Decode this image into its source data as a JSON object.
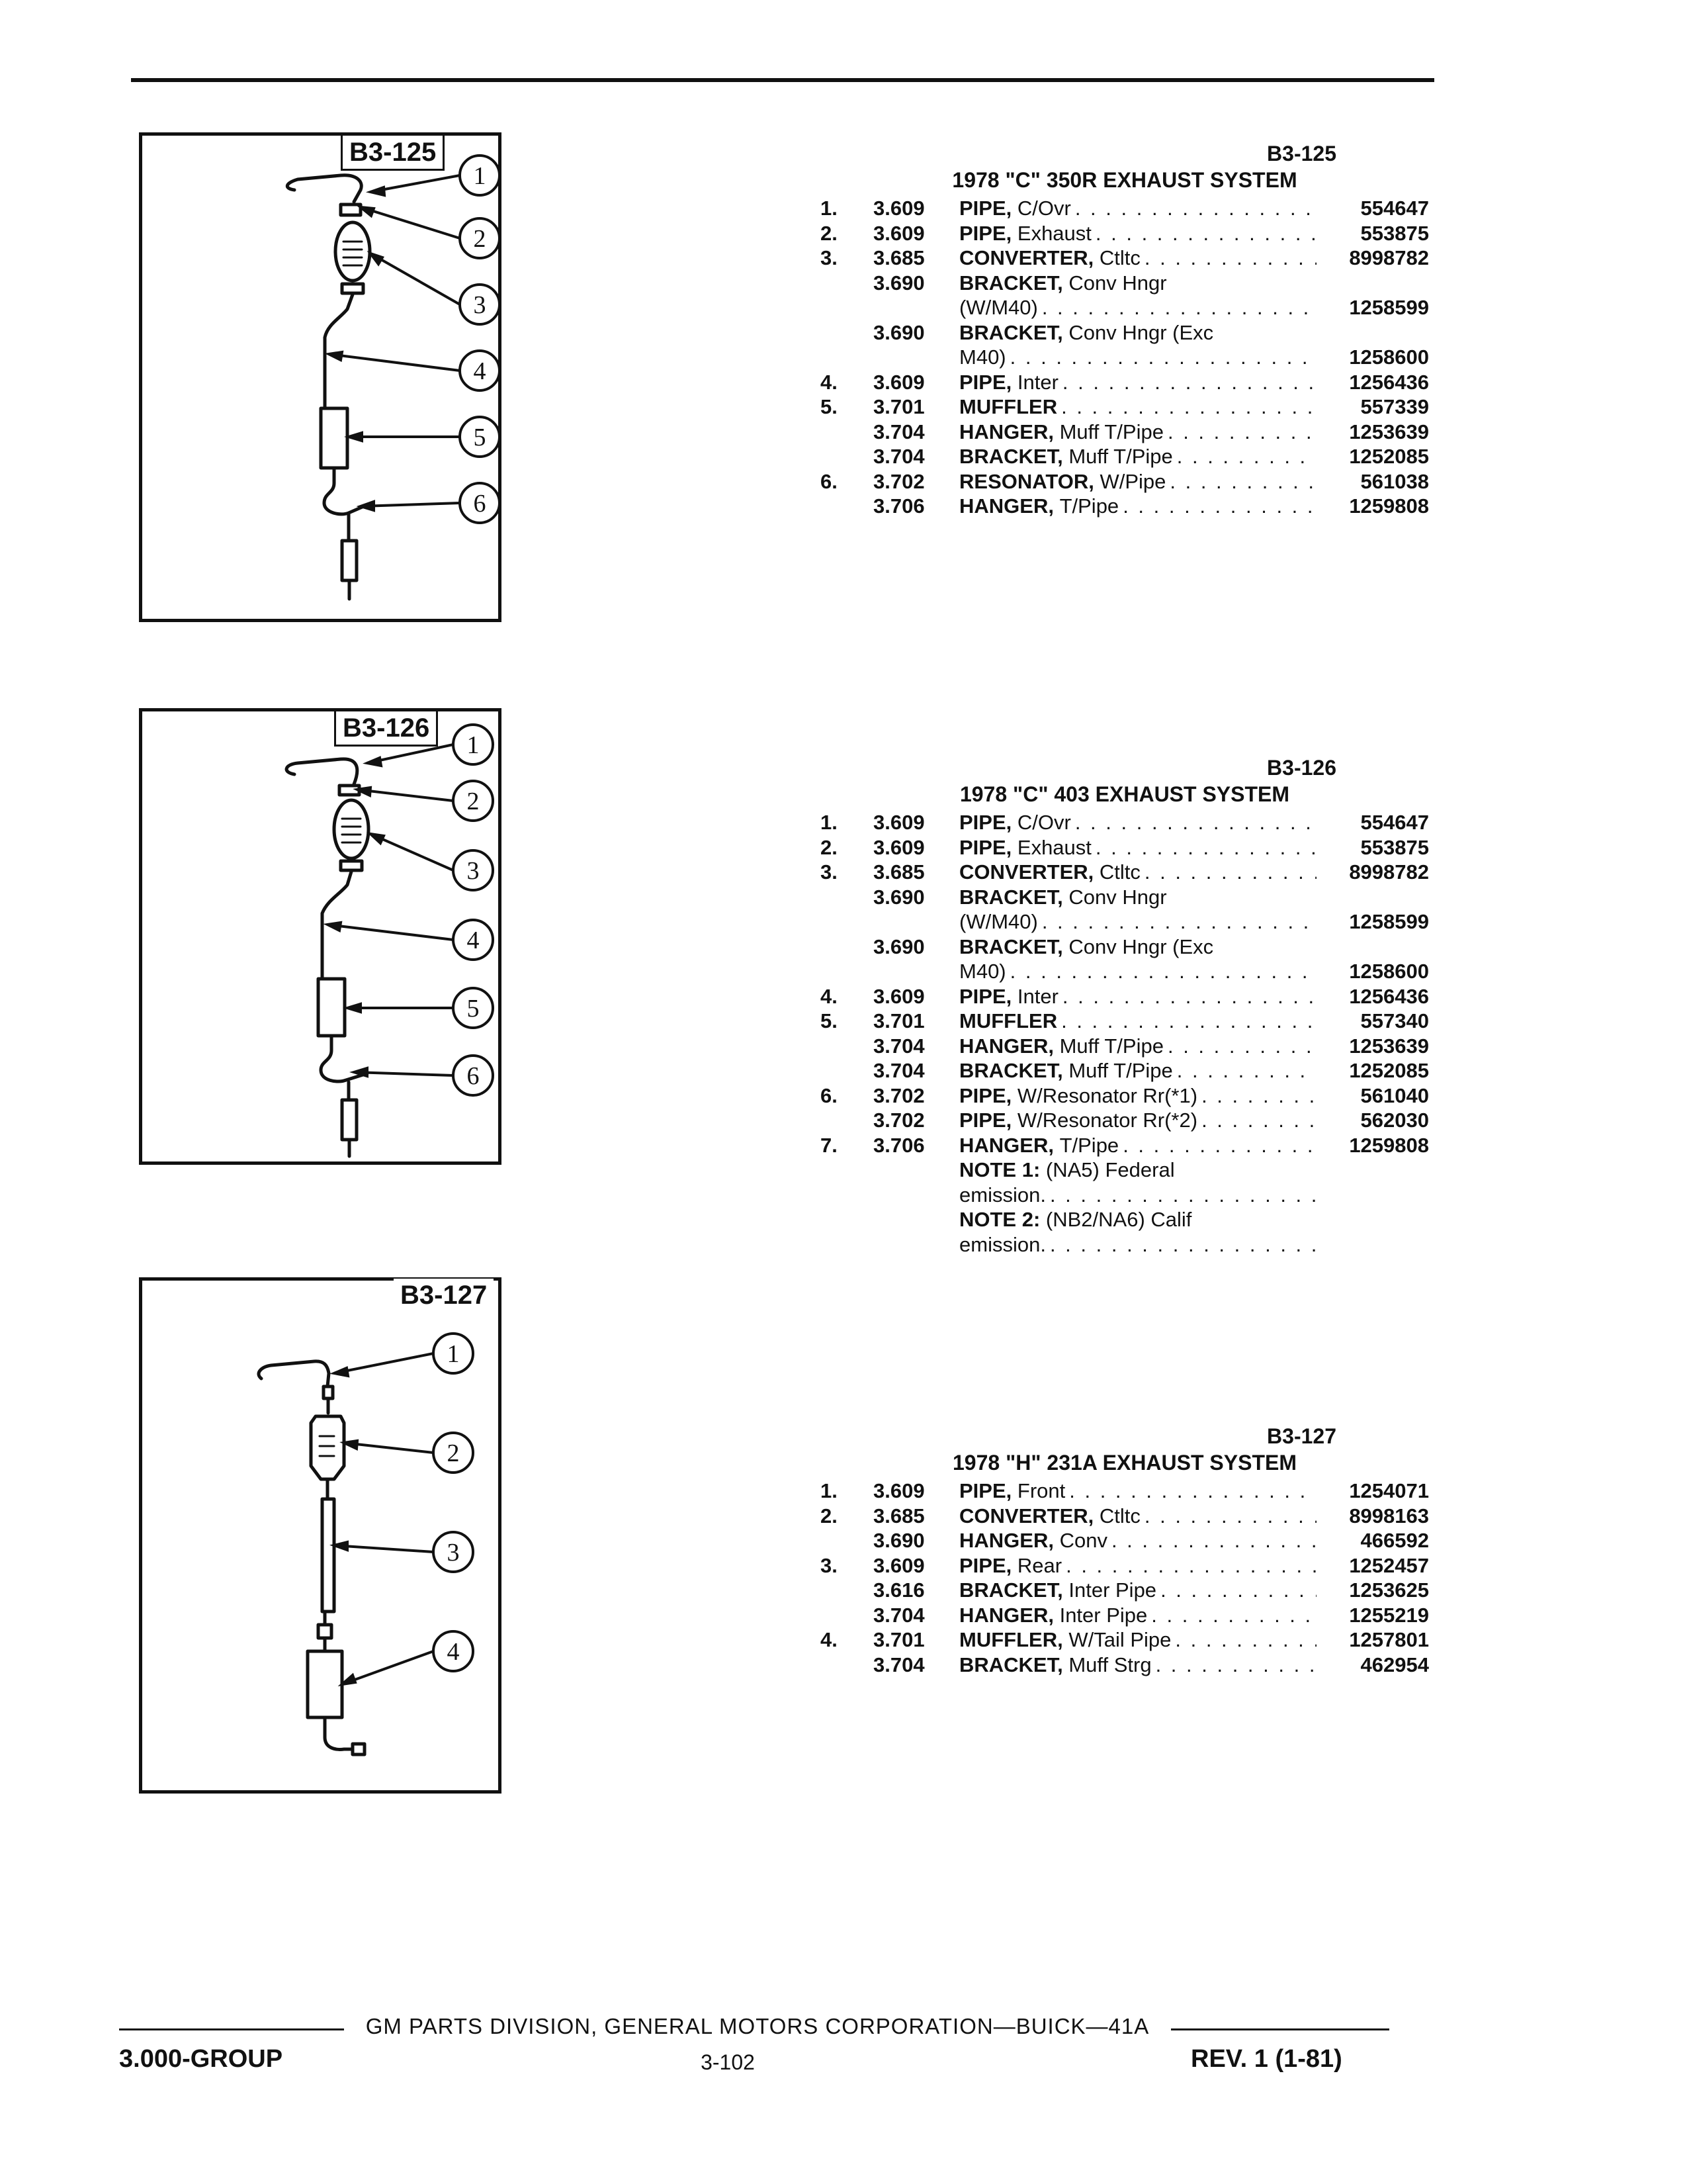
{
  "sections": [
    {
      "code": "B3-125",
      "title": "1978 \"C\" 350R EXHAUST SYSTEM",
      "callouts": [
        "1",
        "2",
        "3",
        "4",
        "5",
        "6"
      ],
      "rows": [
        {
          "num": "1.",
          "group": "3.609",
          "name": "PIPE,",
          "qual": "C/Ovr",
          "part": "554647"
        },
        {
          "num": "2.",
          "group": "3.609",
          "name": "PIPE,",
          "qual": "Exhaust",
          "part": "553875"
        },
        {
          "num": "3.",
          "group": "3.685",
          "name": "CONVERTER,",
          "qual": "Ctltc",
          "part": "8998782"
        },
        {
          "num": "",
          "group": "3.690",
          "name": "BRACKET,",
          "qual": "Conv Hngr",
          "part": ""
        },
        {
          "num": "",
          "group": "",
          "name": "",
          "qual": "(W/M40)",
          "part": "1258599"
        },
        {
          "num": "",
          "group": "3.690",
          "name": "BRACKET,",
          "qual": "Conv Hngr (Exc",
          "part": ""
        },
        {
          "num": "",
          "group": "",
          "name": "",
          "qual": "M40)",
          "part": "1258600"
        },
        {
          "num": "4.",
          "group": "3.609",
          "name": "PIPE,",
          "qual": "Inter",
          "part": "1256436"
        },
        {
          "num": "5.",
          "group": "3.701",
          "name": "MUFFLER",
          "qual": "",
          "part": "557339"
        },
        {
          "num": "",
          "group": "3.704",
          "name": "HANGER,",
          "qual": "Muff T/Pipe",
          "part": "1253639"
        },
        {
          "num": "",
          "group": "3.704",
          "name": "BRACKET,",
          "qual": "Muff T/Pipe",
          "part": "1252085"
        },
        {
          "num": "6.",
          "group": "3.702",
          "name": "RESONATOR,",
          "qual": "W/Pipe",
          "part": "561038"
        },
        {
          "num": "",
          "group": "3.706",
          "name": "HANGER,",
          "qual": "T/Pipe",
          "part": "1259808"
        }
      ]
    },
    {
      "code": "B3-126",
      "title": "1978 \"C\" 403 EXHAUST SYSTEM",
      "callouts": [
        "1",
        "2",
        "3",
        "4",
        "5",
        "6"
      ],
      "rows": [
        {
          "num": "1.",
          "group": "3.609",
          "name": "PIPE,",
          "qual": "C/Ovr",
          "part": "554647"
        },
        {
          "num": "2.",
          "group": "3.609",
          "name": "PIPE,",
          "qual": "Exhaust",
          "part": "553875"
        },
        {
          "num": "3.",
          "group": "3.685",
          "name": "CONVERTER,",
          "qual": "Ctltc",
          "part": "8998782"
        },
        {
          "num": "",
          "group": "3.690",
          "name": "BRACKET,",
          "qual": "Conv Hngr",
          "part": ""
        },
        {
          "num": "",
          "group": "",
          "name": "",
          "qual": "(W/M40)",
          "part": "1258599"
        },
        {
          "num": "",
          "group": "3.690",
          "name": "BRACKET,",
          "qual": "Conv Hngr (Exc",
          "part": ""
        },
        {
          "num": "",
          "group": "",
          "name": "",
          "qual": "M40)",
          "part": "1258600"
        },
        {
          "num": "4.",
          "group": "3.609",
          "name": "PIPE,",
          "qual": "Inter",
          "part": "1256436"
        },
        {
          "num": "5.",
          "group": "3.701",
          "name": "MUFFLER",
          "qual": "",
          "part": "557340"
        },
        {
          "num": "",
          "group": "3.704",
          "name": "HANGER,",
          "qual": "Muff T/Pipe",
          "part": "1253639"
        },
        {
          "num": "",
          "group": "3.704",
          "name": "BRACKET,",
          "qual": "Muff T/Pipe",
          "part": "1252085"
        },
        {
          "num": "6.",
          "group": "3.702",
          "name": "PIPE,",
          "qual": "W/Resonator Rr(*1)",
          "part": "561040"
        },
        {
          "num": "",
          "group": "3.702",
          "name": "PIPE,",
          "qual": "W/Resonator Rr(*2)",
          "part": "562030"
        },
        {
          "num": "7.",
          "group": "3.706",
          "name": "HANGER,",
          "qual": "T/Pipe",
          "part": "1259808"
        },
        {
          "num": "",
          "group": "",
          "name": "NOTE 1:",
          "qual": "(NA5) Federal",
          "part": "",
          "nodots": true
        },
        {
          "num": "",
          "group": "",
          "name": "",
          "qual": "emission.",
          "part": ""
        },
        {
          "num": "",
          "group": "",
          "name": "NOTE 2:",
          "qual": "(NB2/NA6) Calif",
          "part": "",
          "nodots": true
        },
        {
          "num": "",
          "group": "",
          "name": "",
          "qual": "emission.",
          "part": ""
        }
      ]
    },
    {
      "code": "B3-127",
      "title": "1978 \"H\" 231A EXHAUST SYSTEM",
      "callouts": [
        "1",
        "2",
        "3",
        "4"
      ],
      "rows": [
        {
          "num": "1.",
          "group": "3.609",
          "name": "PIPE,",
          "qual": "Front",
          "part": "1254071"
        },
        {
          "num": "2.",
          "group": "3.685",
          "name": "CONVERTER,",
          "qual": "Ctltc",
          "part": "8998163"
        },
        {
          "num": "",
          "group": "3.690",
          "name": "HANGER,",
          "qual": "Conv",
          "part": "466592"
        },
        {
          "num": "3.",
          "group": "3.609",
          "name": "PIPE,",
          "qual": "Rear",
          "part": "1252457"
        },
        {
          "num": "",
          "group": "3.616",
          "name": "BRACKET,",
          "qual": "Inter Pipe",
          "part": "1253625"
        },
        {
          "num": "",
          "group": "3.704",
          "name": "HANGER,",
          "qual": "Inter Pipe",
          "part": "1255219"
        },
        {
          "num": "4.",
          "group": "3.701",
          "name": "MUFFLER,",
          "qual": "W/Tail Pipe",
          "part": "1257801"
        },
        {
          "num": "",
          "group": "3.704",
          "name": "BRACKET,",
          "qual": "Muff Strg",
          "part": "462954"
        }
      ]
    }
  ],
  "footer": {
    "center": "GM PARTS DIVISION, GENERAL MOTORS CORPORATION—BUICK—41A",
    "left": "3.000-GROUP",
    "page": "3-102",
    "rev": "REV. 1 (1-81)"
  }
}
